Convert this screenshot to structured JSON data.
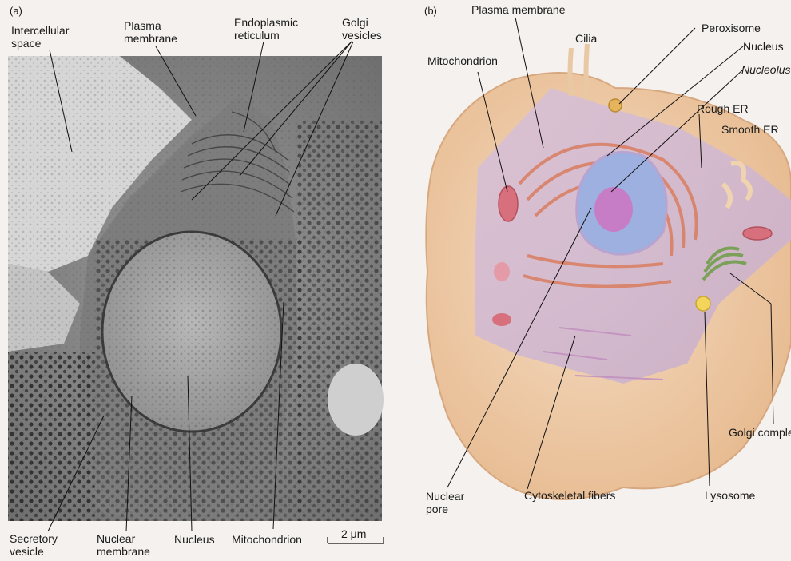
{
  "panel_a": {
    "tag": "(a)",
    "labels": {
      "intercellular_space": "Intercellular\nspace",
      "plasma_membrane": "Plasma\nmembrane",
      "endoplasmic_reticulum": "Endoplasmic\nreticulum",
      "golgi_vesicles": "Golgi\nvesicles",
      "secretory_vesicle": "Secretory\nvesicle",
      "nuclear_membrane": "Nuclear\nmembrane",
      "nucleus": "Nucleus",
      "mitochondrion": "Mitochondrion",
      "scale_bar": "2 μm"
    }
  },
  "panel_b": {
    "tag": "(b)",
    "labels": {
      "plasma_membrane": "Plasma membrane",
      "cilia": "Cilia",
      "mitochondrion": "Mitochondrion",
      "peroxisome": "Peroxisome",
      "nucleus": "Nucleus",
      "nucleolus": "Nucleolus",
      "rough_er": "Rough ER",
      "smooth_er": "Smooth ER",
      "golgi_complex": "Golgi complex",
      "nuclear_pore": "Nuclear\npore",
      "cytoskeletal_fibers": "Cytoskeletal fibers",
      "lysosome": "Lysosome"
    }
  }
}
